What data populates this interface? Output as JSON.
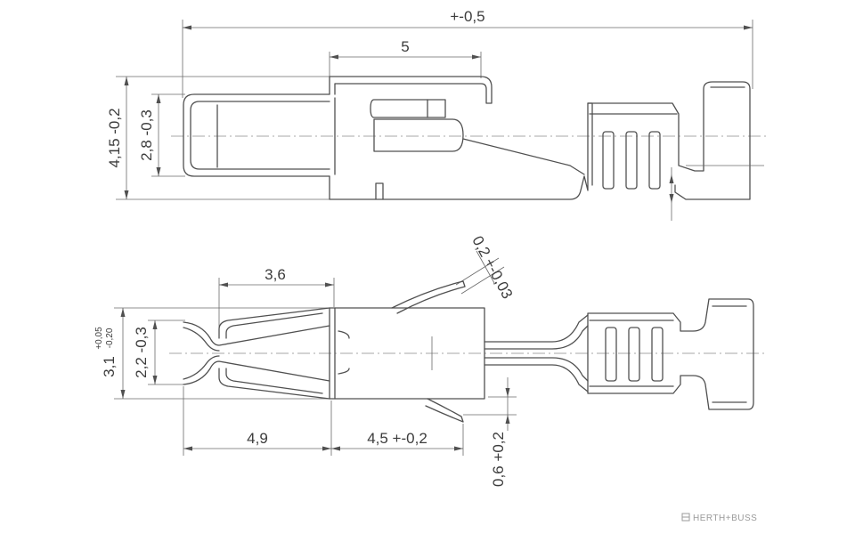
{
  "dimensions": {
    "overall_length": "+-0,5",
    "top_width": "5",
    "top_height_outer": "4,15 -0,2",
    "top_height_inner": "2,8 -0,3",
    "material_thickness": "0,2 +-0,03",
    "contact_length": "3,6",
    "bottom_height_outer_base": "3,1",
    "bottom_height_outer_upper": "+0,05",
    "bottom_height_outer_lower": "-0,20",
    "bottom_height_inner": "2,2 -0,3",
    "front_length": "4,9",
    "body_length": "4,5 +-0,2",
    "tab_offset": "0,6 +0,2"
  },
  "brand": {
    "logo_text": "HERTH+BUSS"
  }
}
